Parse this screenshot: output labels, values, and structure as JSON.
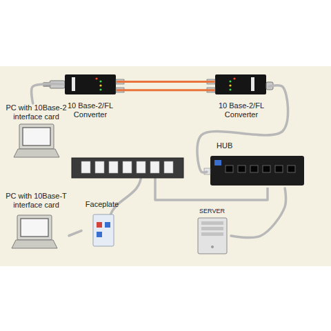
{
  "diagram": {
    "nodes": [
      {
        "text": [
          "PC with 10Base-2 interface card"
        ]
      },
      {
        "text": [
          "10 Base-2/FL Converter"
        ]
      },
      {
        "text": [
          "10 Base-2/FL Converter"
        ]
      },
      {
        "text": [
          "HUB"
        ]
      },
      {
        "text": [
          "PC with 10Base-T interface card"
        ]
      },
      {
        "text": [
          "Faceplate"
        ]
      },
      {
        "text": [
          "SERVER"
        ]
      }
    ],
    "edges": [
      {
        "from": 0,
        "to": 1,
        "arrow": "none"
      },
      {
        "from": 1,
        "to": 2,
        "arrow": "none"
      },
      {
        "from": 1,
        "to": 2,
        "arrow": "none"
      },
      {
        "from": 2,
        "to": 3,
        "arrow": "none"
      },
      {
        "from": 3,
        "to": 6,
        "arrow": "none"
      },
      {
        "from": 5,
        "to": 4,
        "arrow": "none"
      }
    ]
  }
}
